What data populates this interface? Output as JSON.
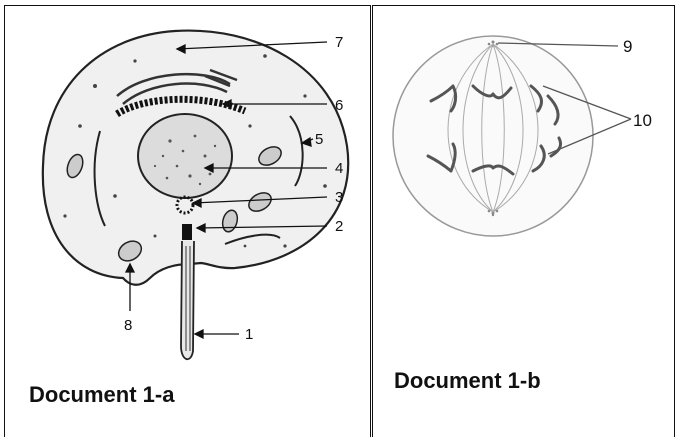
{
  "document_a": {
    "caption": "Document 1-a",
    "labels": [
      "1",
      "2",
      "3",
      "4",
      "5",
      "6",
      "7",
      "8"
    ]
  },
  "document_b": {
    "caption": "Document 1-b",
    "labels": [
      "9",
      "10"
    ]
  }
}
